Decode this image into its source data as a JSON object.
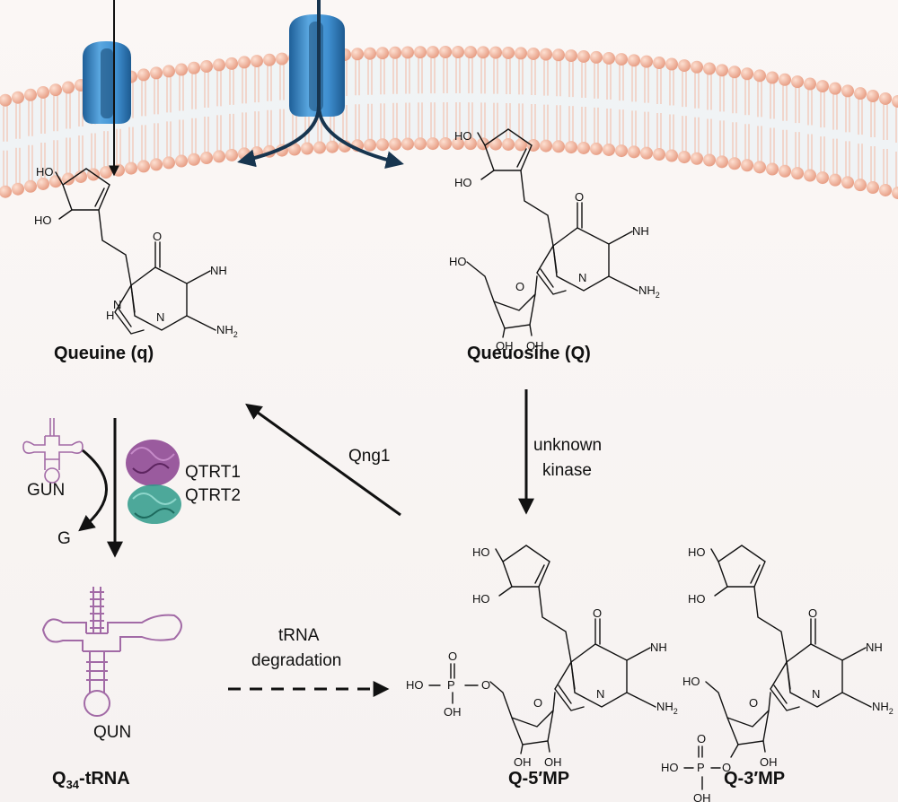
{
  "compounds": {
    "queuine": "Queuine (q)",
    "queuosine": "Queuosine (Q)",
    "q5mp": "Q-5′MP",
    "q3mp": "Q-3′MP"
  },
  "q34_trna": {
    "q": "Q",
    "sub": "34",
    "rest": "-tRNA"
  },
  "enzymes": {
    "qng1": "Qng1",
    "kinase_line1": "unknown",
    "kinase_line2": "kinase",
    "qtrt1": "QTRT1",
    "qtrt2": "QTRT2"
  },
  "trna_labels": {
    "gun": "GUN",
    "qun": "QUN",
    "g": "G"
  },
  "degradation": {
    "line1": "tRNA",
    "line2": "degradation"
  },
  "atoms": {
    "ho": "HO",
    "oh": "OH",
    "o": "O",
    "nh": "NH",
    "n": "N",
    "h": "H",
    "nh2": "NH",
    "two": "2",
    "p": "P"
  },
  "colors": {
    "membrane_head": "#f2b39a",
    "channel": "#3f8fd0",
    "trna_outline": "#a26aa6",
    "qtrt1": "#8a3f8e",
    "qtrt2": "#2f9a8a"
  }
}
